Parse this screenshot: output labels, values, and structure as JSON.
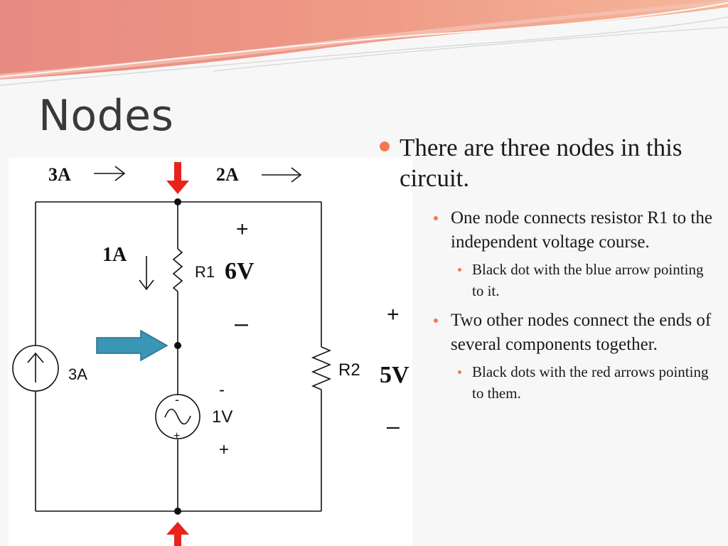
{
  "slide": {
    "title": "Nodes",
    "bullets": [
      {
        "level": 1,
        "text": "There are three nodes in this circuit."
      },
      {
        "level": 2,
        "text": "One node connects resistor R1 to the independent voltage course."
      },
      {
        "level": 3,
        "text": "Black dot with the blue arrow pointing to it."
      },
      {
        "level": 2,
        "text": "Two other nodes connect the ends of several components together."
      },
      {
        "level": 3,
        "text": "Black dots with the red arrows pointing to them."
      }
    ]
  },
  "circuit": {
    "current_top_left": "3A",
    "current_top_right": "2A",
    "current_r1": "1A",
    "r1_label": "R1",
    "r1_voltage": "6V",
    "r1_plus": "+",
    "r1_minus": "–",
    "current_source_label": "3A",
    "voltage_source_label": "1V",
    "vs_minus_inner": "-",
    "vs_plus_inner": "+",
    "vs_minus_outer": "-",
    "vs_plus_outer": "+",
    "r2_label": "R2",
    "r2_voltage": "5V",
    "r2_plus": "+",
    "r2_minus": "–"
  },
  "colors": {
    "accent": "#f27a4e",
    "red_arrow": "#e8231c",
    "blue_arrow": "#3b95b5"
  }
}
